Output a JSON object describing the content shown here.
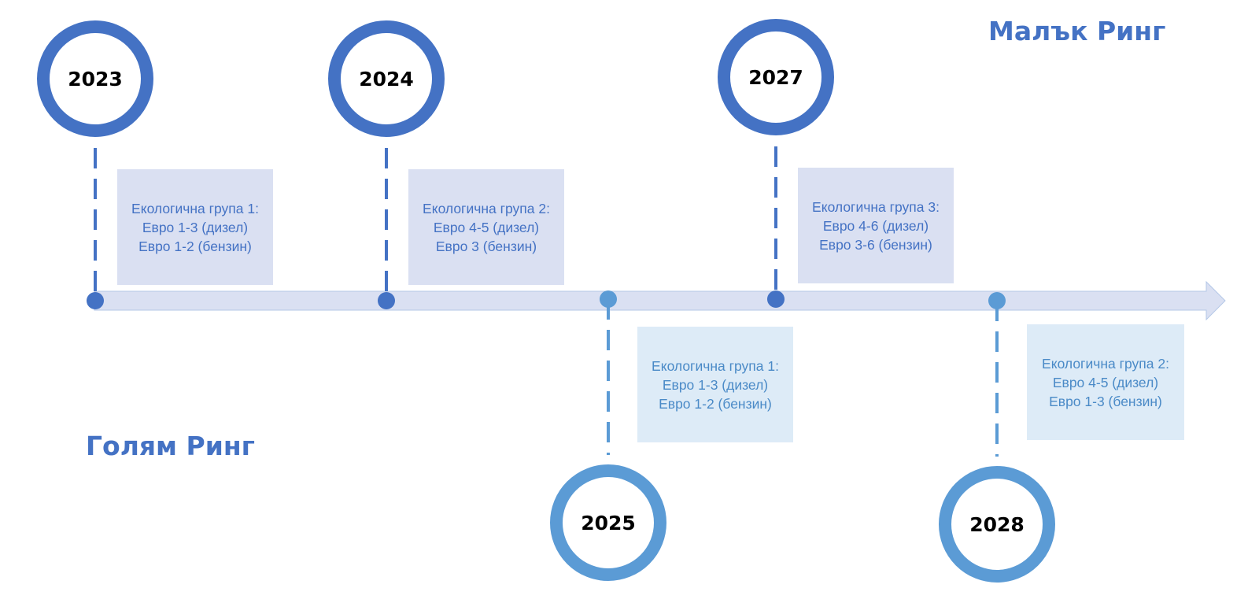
{
  "labels": {
    "small_ring": "Малък Ринг",
    "big_ring": "Голям Ринг"
  },
  "colors": {
    "small_ring": "#4472C4",
    "big_ring": "#5B9BD5",
    "arrow_fill": "#DAE0F2",
    "box_top_fill": "#DAE0F2",
    "box_bottom_fill": "#DDEBF7"
  },
  "milestones": [
    {
      "year": "2023",
      "ring": "small",
      "lines": [
        "Екологична група 1:",
        "Евро 1-3 (дизел)",
        "Евро 1-2 (бензин)"
      ]
    },
    {
      "year": "2024",
      "ring": "small",
      "lines": [
        "Екологична група 2:",
        "Евро 4-5 (дизел)",
        "Евро 3 (бензин)"
      ]
    },
    {
      "year": "2025",
      "ring": "big",
      "lines": [
        "Екологична група 1:",
        "Евро 1-3 (дизел)",
        "Евро 1-2 (бензин)"
      ]
    },
    {
      "year": "2027",
      "ring": "small",
      "lines": [
        "Екологична група 3:",
        "Евро 4-6 (дизел)",
        "Евро 3-6 (бензин)"
      ]
    },
    {
      "year": "2028",
      "ring": "big",
      "lines": [
        "Екологична група 2:",
        "Евро 4-5 (дизел)",
        "Евро 1-3 (бензин)"
      ]
    }
  ]
}
